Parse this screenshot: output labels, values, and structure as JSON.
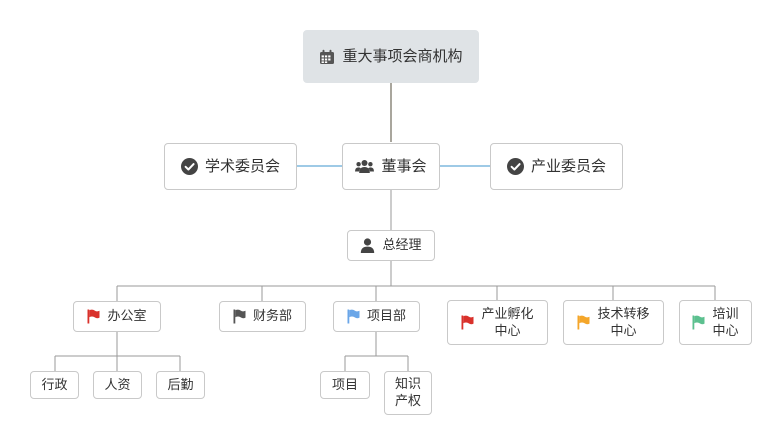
{
  "root": {
    "label": "重大事项会商机构",
    "icon": "calendar-icon"
  },
  "left_committee": {
    "label": "学术委员会",
    "icon": "check-circle-icon"
  },
  "board": {
    "label": "董事会",
    "icon": "users-icon"
  },
  "right_committee": {
    "label": "产业委员会",
    "icon": "check-circle-icon"
  },
  "gm": {
    "label": "总经理",
    "icon": "user-icon"
  },
  "departments": [
    {
      "label": "办公室",
      "flag_color": "#d9312b"
    },
    {
      "label": "财务部",
      "flag_color": "#555555"
    },
    {
      "label": "项目部",
      "flag_color": "#6aa6e8"
    },
    {
      "label": "产业孵化中心",
      "label_lines": [
        "产业孵化",
        "中心"
      ],
      "flag_color": "#d9312b"
    },
    {
      "label": "技术转移中心",
      "label_lines": [
        "技术转移",
        "中心"
      ],
      "flag_color": "#f4a62a"
    },
    {
      "label": "培训中心",
      "label_lines": [
        "培训",
        "中心"
      ],
      "flag_color": "#5cc08f"
    }
  ],
  "office_children": [
    "行政",
    "人资",
    "后勤"
  ],
  "project_children": [
    "项目",
    "知识产权"
  ],
  "project_children_lines": [
    [
      "项目"
    ],
    [
      "知识",
      "产权"
    ]
  ],
  "colors": {
    "trunk": "#a9a69d",
    "committee_link": "#7fb8de",
    "branch": "#9a9a9a",
    "border": "#c9c9c9",
    "root_bg": "#dfe3e6"
  }
}
